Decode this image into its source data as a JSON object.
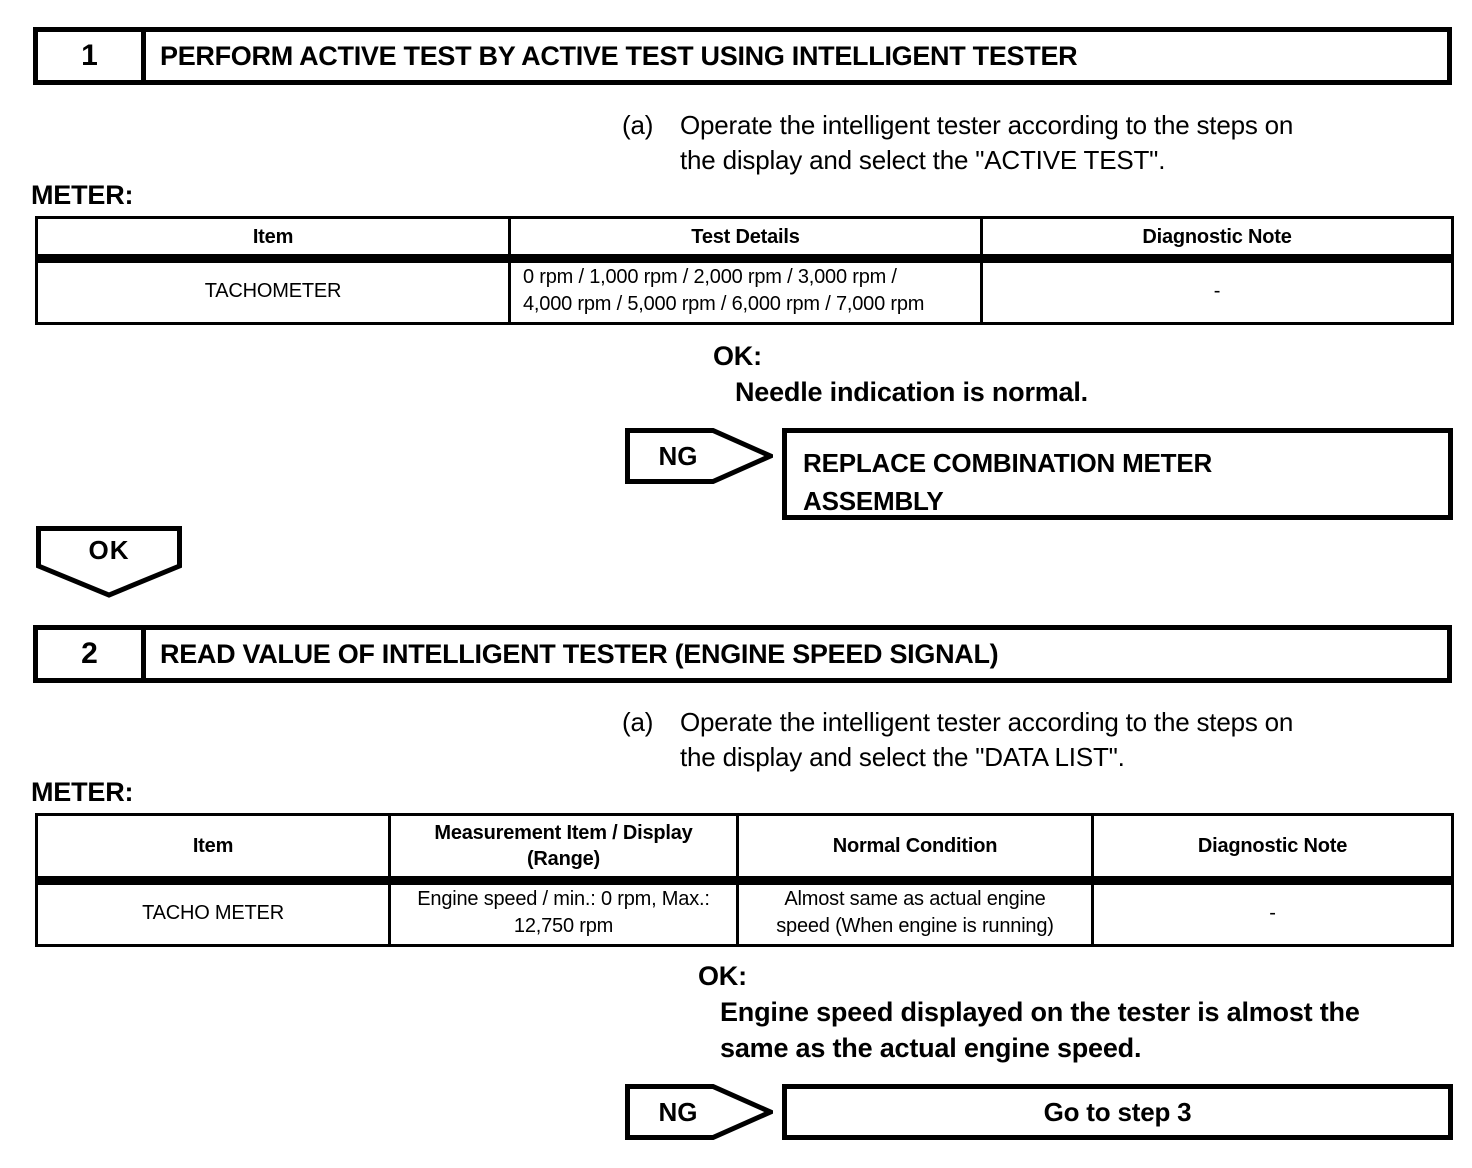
{
  "step1": {
    "number": "1",
    "title": "PERFORM ACTIVE TEST BY ACTIVE TEST USING INTELLIGENT TESTER",
    "instruction": {
      "marker": "(a)",
      "line1": "Operate the intelligent tester according to the steps on",
      "line2": "the display and select the \"ACTIVE TEST\"."
    },
    "caption": "METER:",
    "table": {
      "headers": [
        "Item",
        "Test Details",
        "Diagnostic Note"
      ],
      "rows": [
        {
          "item": "TACHOMETER",
          "details_line1": "0 rpm / 1,000 rpm / 2,000 rpm / 3,000 rpm /",
          "details_line2": "4,000 rpm / 5,000 rpm / 6,000 rpm / 7,000 rpm",
          "note": "-"
        }
      ]
    },
    "result": {
      "ok_label": "OK:",
      "ok_text": "Needle indication is normal."
    },
    "ng": {
      "badge": "NG",
      "action_line1": "REPLACE COMBINATION METER",
      "action_line2": "ASSEMBLY"
    }
  },
  "connector": {
    "ok_badge": "OK"
  },
  "step2": {
    "number": "2",
    "title": "READ VALUE OF INTELLIGENT TESTER (ENGINE SPEED SIGNAL)",
    "instruction": {
      "marker": "(a)",
      "line1": "Operate the intelligent tester according to the steps on",
      "line2": "the display and select the \"DATA LIST\"."
    },
    "caption": "METER:",
    "table": {
      "headers": [
        "Item",
        "Measurement Item / Display (Range)",
        "Normal Condition",
        "Diagnostic Note"
      ],
      "header2_line1": "Measurement Item / Display",
      "header2_line2": "(Range)",
      "rows": [
        {
          "item": "TACHO METER",
          "measurement_line1": "Engine speed / min.: 0 rpm, Max.:",
          "measurement_line2": "12,750 rpm",
          "condition_line1": "Almost same as actual engine",
          "condition_line2": "speed (When engine is running)",
          "note": "-"
        }
      ]
    },
    "result": {
      "ok_label": "OK:",
      "ok_line1": "Engine speed displayed on the tester is almost the",
      "ok_line2": "same as the actual engine speed."
    },
    "ng": {
      "badge": "NG",
      "action": "Go to step 3"
    }
  }
}
